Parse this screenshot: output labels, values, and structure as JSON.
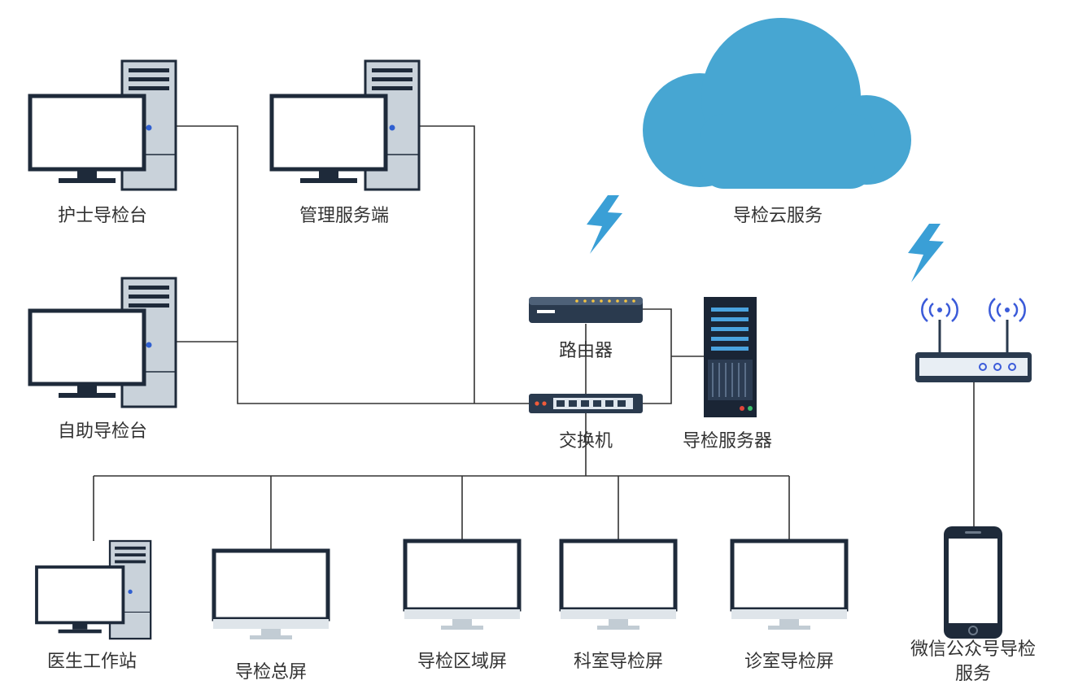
{
  "labels": {
    "nurse_station": "护士导检台",
    "management": "管理服务端",
    "cloud": "导检云服务",
    "self_service": "自助导检台",
    "router": "路由器",
    "switch": "交换机",
    "guide_server": "导检服务器",
    "doctor_station": "医生工作站",
    "main_screen": "导检总屏",
    "area_screen": "导检区域屏",
    "dept_screen": "科室导检屏",
    "clinic_screen": "诊室导检屏",
    "wechat_service": "微信公众号导检服务"
  },
  "colors": {
    "monitor_dark": "#1e2a3a",
    "tower_gray": "#c9d2da",
    "cloud_blue": "#47a6d2",
    "lightning": "#3a9fd6",
    "line": "#333333",
    "server_dark": "#1a2535",
    "server_blue": "#4aa3df",
    "wifi_blue": "#3b5bd9"
  },
  "icons": [
    "desktop-computer-icon",
    "monitor-icon",
    "router-icon",
    "switch-icon",
    "rack-server-icon",
    "cloud-icon",
    "lightning-icon",
    "wireless-router-icon",
    "smartphone-icon"
  ]
}
